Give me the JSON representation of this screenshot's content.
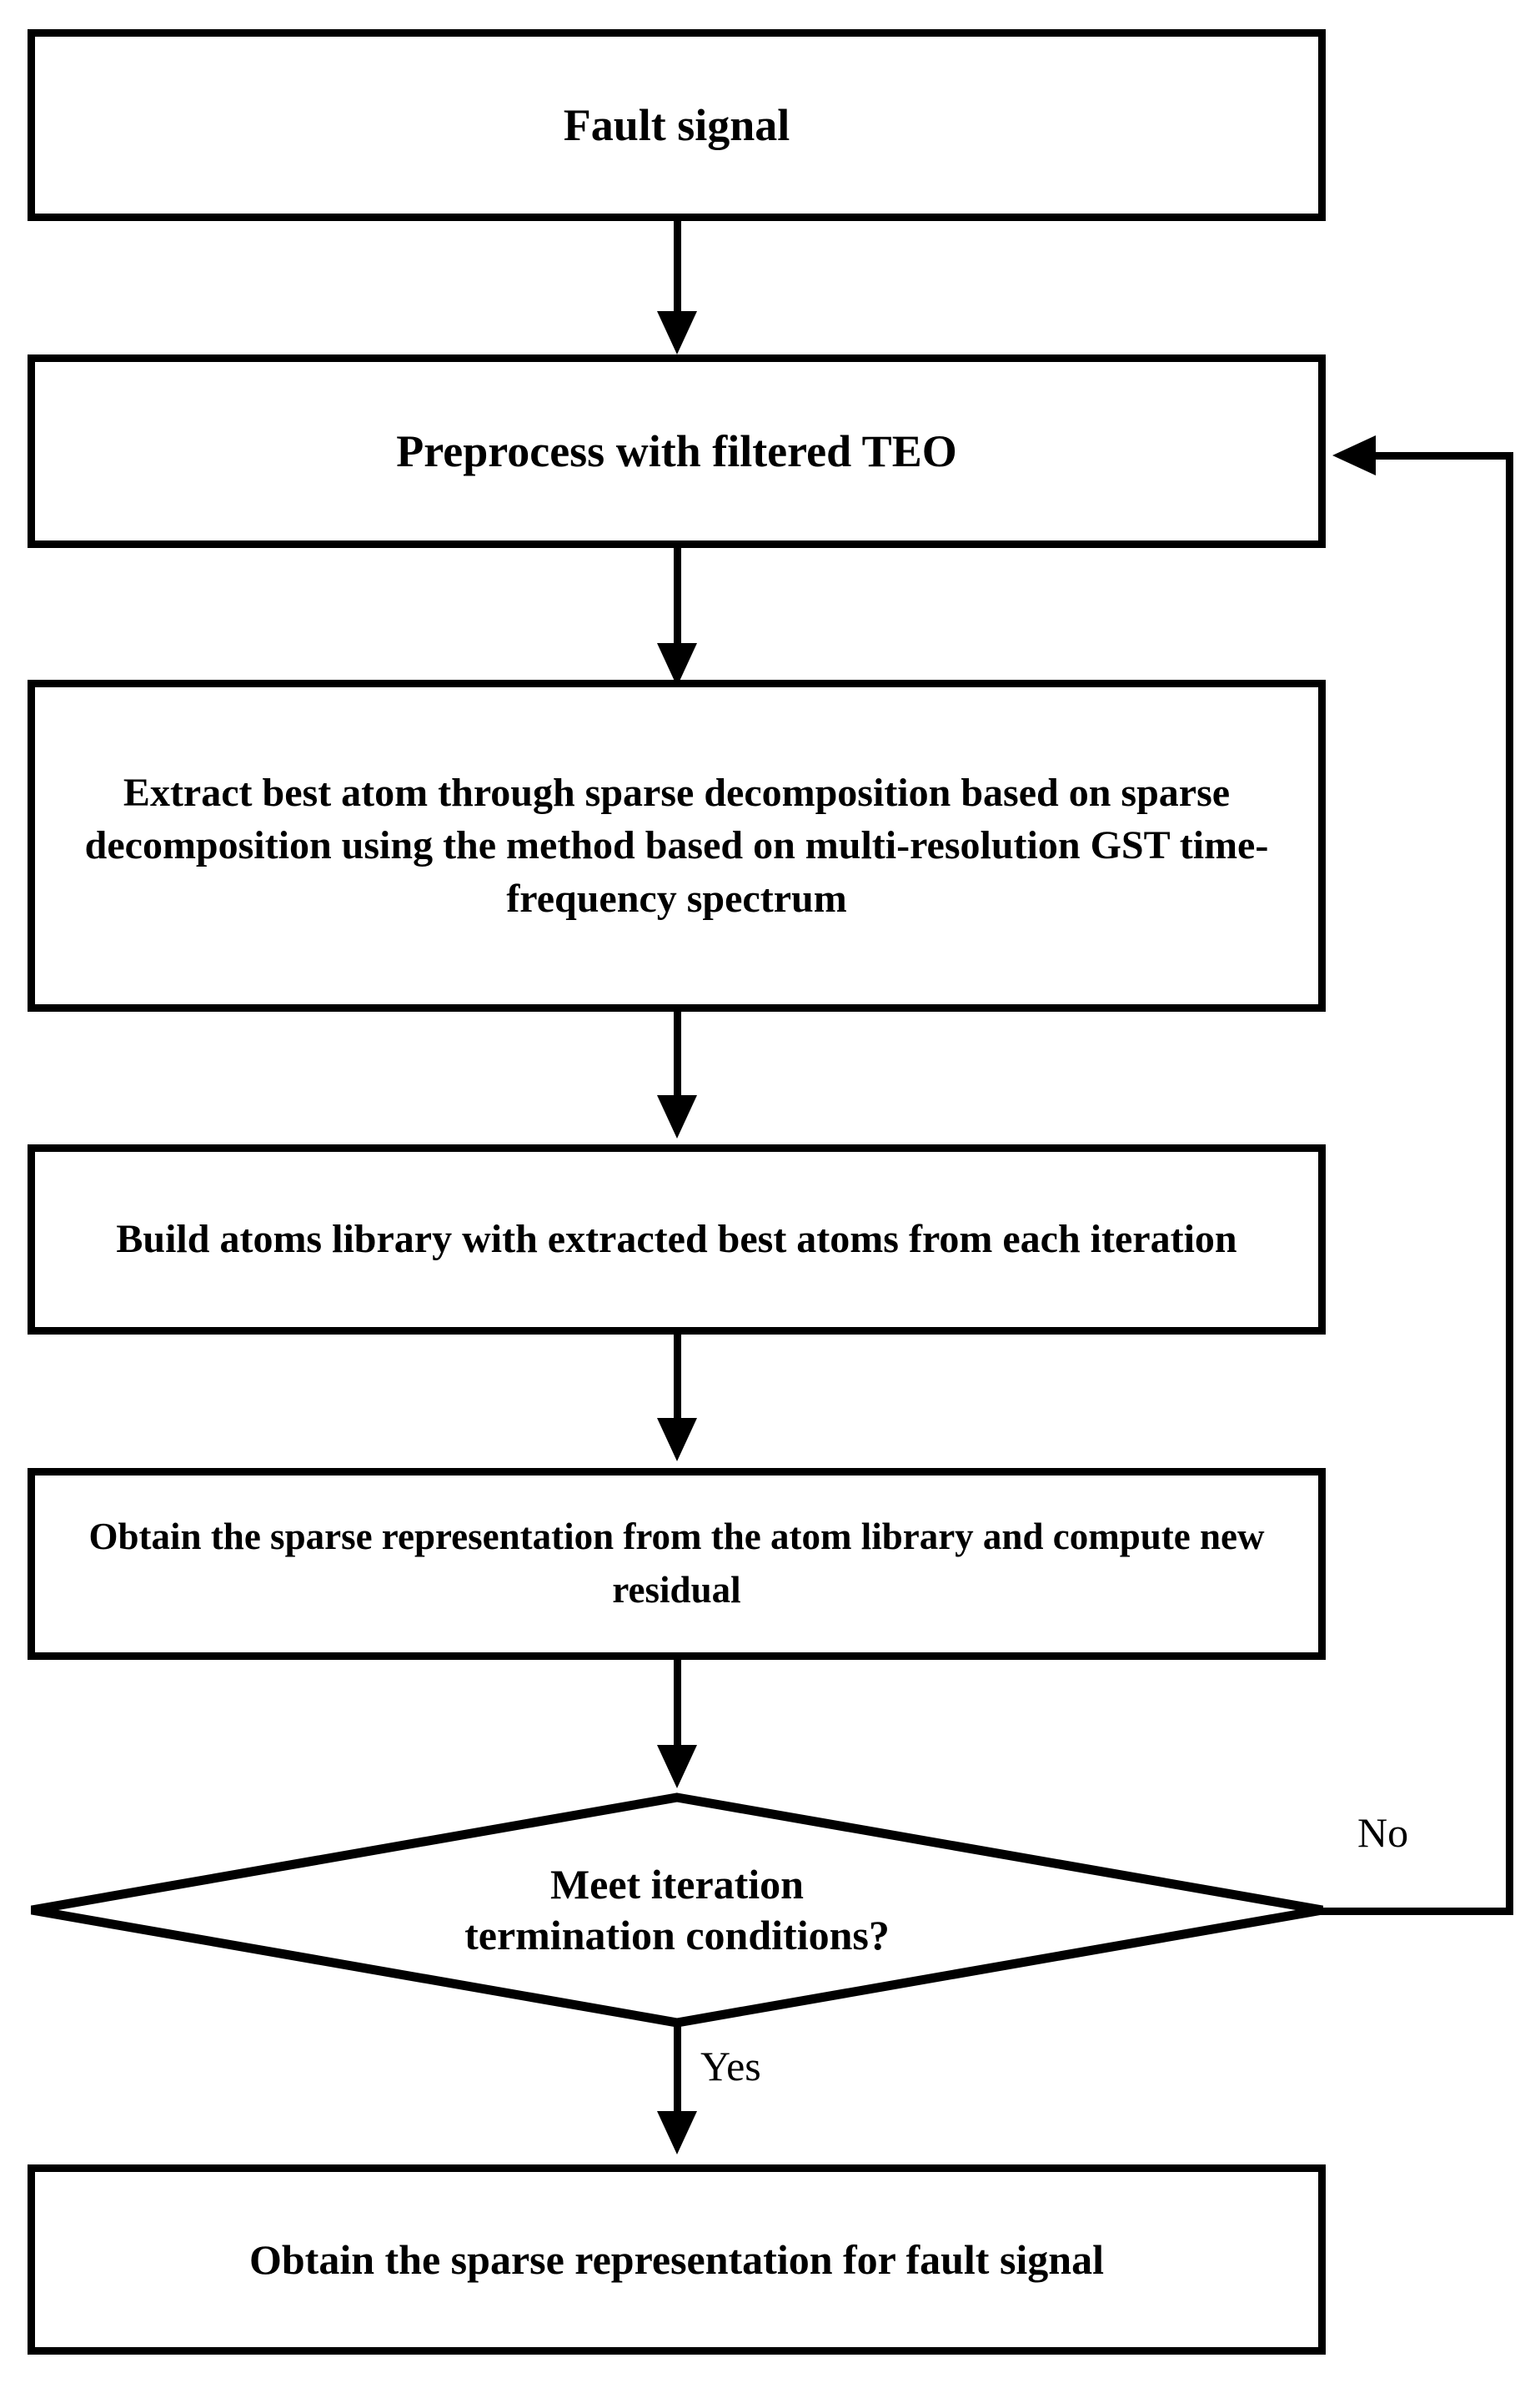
{
  "diagram": {
    "type": "flowchart",
    "title": "",
    "background_color": "#ffffff",
    "line_color": "#000000",
    "text_color": "#000000",
    "nodes": [
      {
        "id": "fault-signal",
        "shape": "rectangle",
        "label": "Fault signal"
      },
      {
        "id": "preprocess",
        "shape": "rectangle",
        "label": "Preprocess with filtered TEO"
      },
      {
        "id": "extract-best-atom",
        "shape": "rectangle",
        "label": "Extract best atom through sparse decomposition based on sparse decomposition using the method based on multi-resolution GST time-frequency spectrum"
      },
      {
        "id": "build-atoms-library",
        "shape": "rectangle",
        "label": "Build atoms library with extracted best atoms from each iteration"
      },
      {
        "id": "obtain-sparse-residual",
        "shape": "rectangle",
        "label": "Obtain the sparse representation from the atom library and compute new residual"
      },
      {
        "id": "meet-iteration",
        "shape": "diamond",
        "label_line1": "Meet iteration",
        "label_line2": "termination conditions?"
      },
      {
        "id": "obtain-sparse-fault",
        "shape": "rectangle",
        "label": "Obtain the sparse representation for fault signal"
      }
    ],
    "edge_labels": {
      "no": "No",
      "yes": "Yes"
    }
  }
}
